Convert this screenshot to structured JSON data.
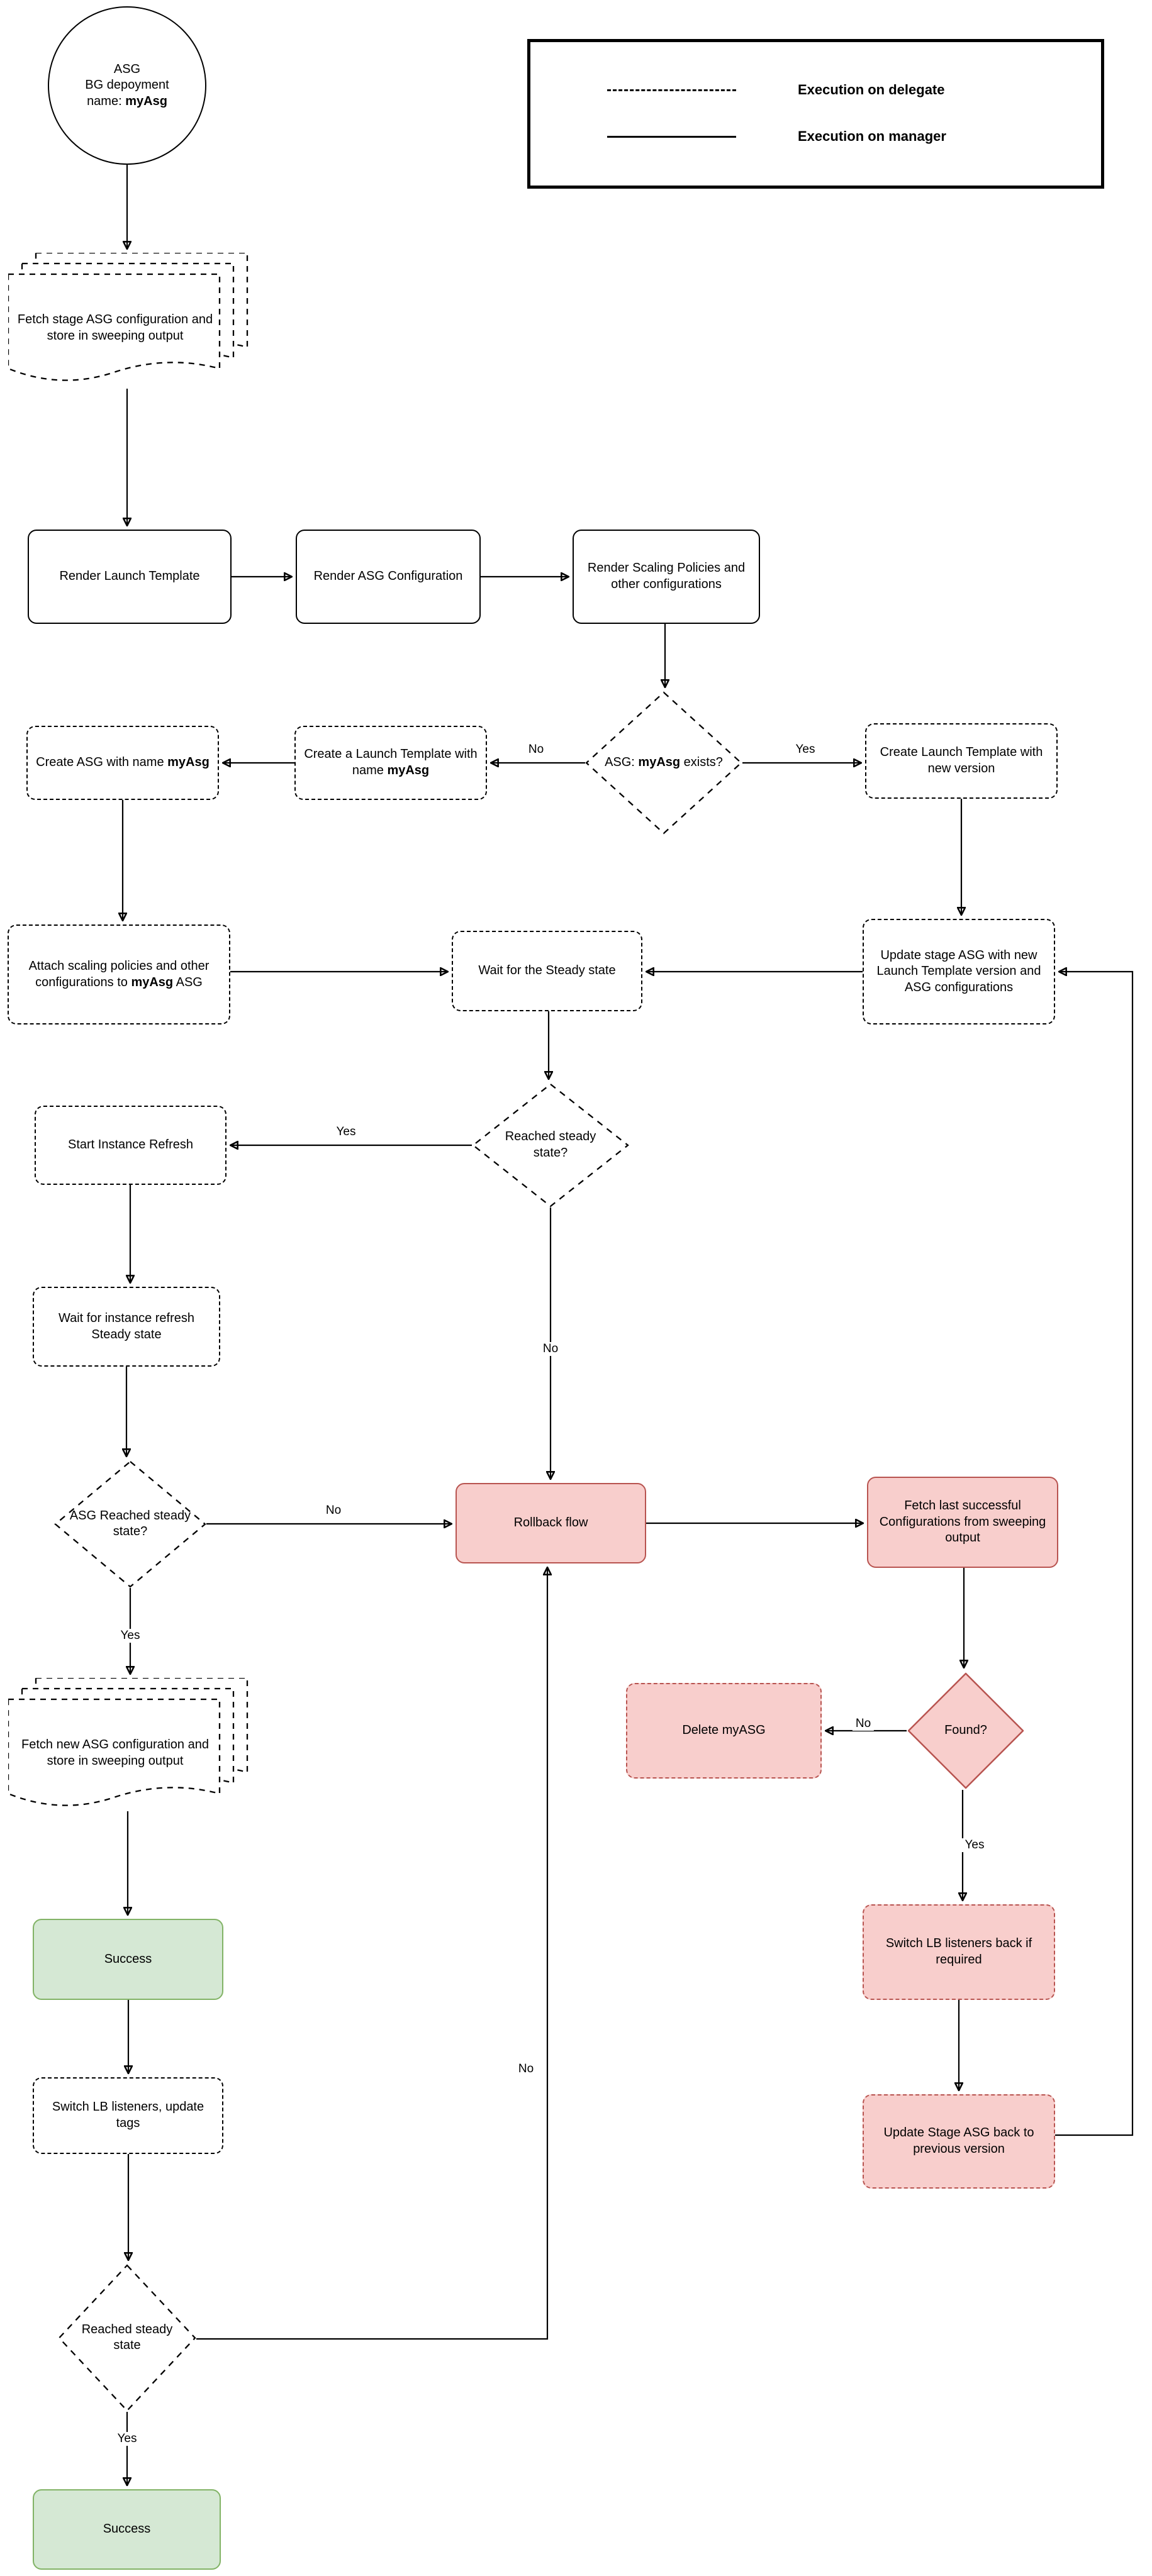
{
  "legend": {
    "delegate_label": "Execution on delegate",
    "manager_label": "Execution on manager"
  },
  "colors": {
    "rollback_fill": "#F8CECC",
    "rollback_border": "#B85450",
    "success_fill": "#D5E8D4",
    "success_border": "#82B366",
    "line": "#000000"
  },
  "nodes": {
    "start": {
      "line1": "ASG",
      "line2": "BG depoyment",
      "line3_pre": "name: ",
      "line3_bold": "myAsg"
    },
    "fetch_stage": {
      "label": "Fetch stage ASG configuration and store in sweeping output"
    },
    "render_launch": {
      "label": "Render Launch Template"
    },
    "render_asg": {
      "label": "Render ASG Configuration"
    },
    "render_scaling": {
      "label": "Render Scaling Policies and other configurations"
    },
    "asg_exists": {
      "pre": "ASG: ",
      "bold": "myAsg",
      "post": " exists?"
    },
    "create_launch_named": {
      "pre": "Create a Launch Template with name ",
      "bold": "myAsg"
    },
    "create_asg": {
      "pre": "Create ASG with name ",
      "bold": "myAsg"
    },
    "create_launch_new": {
      "label": "Create Launch Template with new version"
    },
    "attach_scaling": {
      "pre": "Attach scaling policies and other configurations to ",
      "bold": "myAsg",
      "post": " ASG"
    },
    "wait_steady": {
      "label": "Wait for the Steady state"
    },
    "update_stage": {
      "label": "Update stage ASG with new Launch Template version and ASG configurations"
    },
    "start_refresh": {
      "label": "Start Instance Refresh"
    },
    "reached_steady_1": {
      "label": "Reached steady state?"
    },
    "wait_refresh": {
      "label": "Wait for instance refresh Steady state"
    },
    "asg_reached": {
      "label": "ASG Reached steady state?"
    },
    "rollback": {
      "label": "Rollback flow"
    },
    "fetch_last": {
      "label": "Fetch last successful Configurations from sweeping output"
    },
    "delete_asg": {
      "label": "Delete myASG"
    },
    "found": {
      "label": "Found?"
    },
    "switch_lb_back": {
      "label": "Switch LB listeners back if required"
    },
    "update_stage_back": {
      "label": "Update Stage ASG back to previous version"
    },
    "fetch_new": {
      "label": "Fetch new ASG configuration and store in sweeping output"
    },
    "success_1": {
      "label": "Success"
    },
    "switch_lb": {
      "label": "Switch LB listeners, update tags"
    },
    "reached_steady_2": {
      "label": "Reached steady state"
    },
    "success_2": {
      "label": "Success"
    }
  },
  "edge_labels": {
    "exists_no": "No",
    "exists_yes": "Yes",
    "steady1_yes": "Yes",
    "steady1_no": "No",
    "asg_reached_no": "No",
    "asg_reached_yes": "Yes",
    "found_no": "No",
    "found_yes": "Yes",
    "steady2_no": "No",
    "steady2_yes": "Yes"
  }
}
